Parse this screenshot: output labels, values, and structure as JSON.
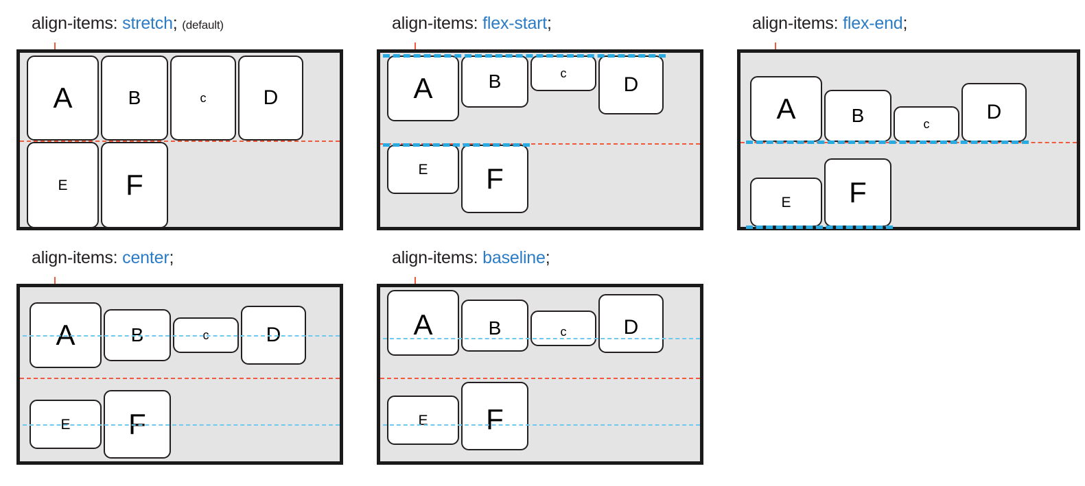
{
  "diagram": {
    "title": "CSS flexbox align-items values",
    "colors": {
      "accent_blue": "#2b7cc4",
      "guide_blue": "#29abe2",
      "guide_blue_light": "#6fc8ee",
      "guide_red": "#ef5a3c",
      "container_fill": "#e4e4e4",
      "container_border": "#1a1a1a",
      "item_fill": "#ffffff",
      "item_border": "#231f20",
      "text": "#231f20"
    },
    "item_labels": [
      "A",
      "B",
      "c",
      "D",
      "E",
      "F"
    ]
  },
  "panels": [
    {
      "id": "stretch",
      "caption": {
        "property": "align-items:",
        "value": "stretch",
        "semicolon": ";",
        "note": "(default)"
      },
      "items": [
        {
          "label": "A",
          "font_size": 42
        },
        {
          "label": "B",
          "font_size": 28
        },
        {
          "label": "c",
          "font_size": 18
        },
        {
          "label": "D",
          "font_size": 30
        },
        {
          "label": "E",
          "font_size": 21
        },
        {
          "label": "F",
          "font_size": 42
        }
      ]
    },
    {
      "id": "flex-start",
      "caption": {
        "property": "align-items:",
        "value": "flex-start",
        "semicolon": ";",
        "note": ""
      },
      "items": [
        {
          "label": "A",
          "font_size": 42
        },
        {
          "label": "B",
          "font_size": 28
        },
        {
          "label": "c",
          "font_size": 18
        },
        {
          "label": "D",
          "font_size": 30
        },
        {
          "label": "E",
          "font_size": 21
        },
        {
          "label": "F",
          "font_size": 42
        }
      ]
    },
    {
      "id": "flex-end",
      "caption": {
        "property": "align-items:",
        "value": "flex-end",
        "semicolon": ";",
        "note": ""
      },
      "items": [
        {
          "label": "A",
          "font_size": 42
        },
        {
          "label": "B",
          "font_size": 28
        },
        {
          "label": "c",
          "font_size": 18
        },
        {
          "label": "D",
          "font_size": 30
        },
        {
          "label": "E",
          "font_size": 21
        },
        {
          "label": "F",
          "font_size": 42
        }
      ]
    },
    {
      "id": "center",
      "caption": {
        "property": "align-items:",
        "value": "center",
        "semicolon": ";",
        "note": ""
      },
      "items": [
        {
          "label": "A",
          "font_size": 42
        },
        {
          "label": "B",
          "font_size": 28
        },
        {
          "label": "c",
          "font_size": 18
        },
        {
          "label": "D",
          "font_size": 30
        },
        {
          "label": "E",
          "font_size": 21
        },
        {
          "label": "F",
          "font_size": 42
        }
      ]
    },
    {
      "id": "baseline",
      "caption": {
        "property": "align-items:",
        "value": "baseline",
        "semicolon": ";",
        "note": ""
      },
      "items": [
        {
          "label": "A",
          "font_size": 42
        },
        {
          "label": "B",
          "font_size": 28
        },
        {
          "label": "c",
          "font_size": 18
        },
        {
          "label": "D",
          "font_size": 30
        },
        {
          "label": "E",
          "font_size": 21
        },
        {
          "label": "F",
          "font_size": 42
        }
      ]
    }
  ]
}
